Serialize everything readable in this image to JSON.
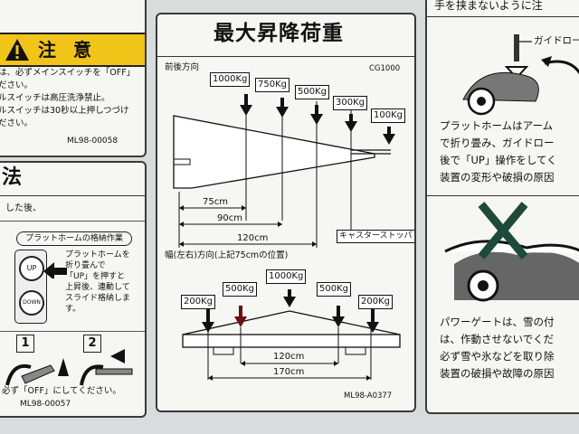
{
  "left_top": {
    "caution_heading": "注 意",
    "lines": [
      "は、必ずメインスイッチを「OFF」",
      "ださい。",
      "ルスイッチは高圧洗浄禁止。",
      "ルスイッチは30秒以上押しつづけ",
      "ださい。"
    ],
    "code": "ML98-00058"
  },
  "left_bottom": {
    "heading": "法",
    "line1": "した後、",
    "step_label": "プラットホームの格納作業",
    "up_label": "UP",
    "down_label": "DOWN",
    "instr": [
      "プラットホームを",
      "折り畳んで",
      "「UP」を押すと",
      "上昇後、連動して",
      "スライド格納しま",
      "す。"
    ],
    "step1": "1",
    "step2": "2",
    "footer": "必ず「OFF」にしてください。",
    "code": "ML98-00057"
  },
  "center": {
    "title": "最大昇降荷重",
    "fore_aft_label": "前後方向",
    "model": "CG1000",
    "top_loads": [
      "1000Kg",
      "750Kg",
      "500Kg",
      "300Kg",
      "100Kg"
    ],
    "dims_top": [
      "75cm",
      "90cm",
      "120cm"
    ],
    "caster_stopper": "キャスターストッパ",
    "lateral_label": "幅(左右)方向(上記75cmの位置)",
    "bottom_loads": [
      "200Kg",
      "500Kg",
      "1000Kg",
      "500Kg",
      "200Kg"
    ],
    "dims_bottom": [
      "120cm",
      "170cm"
    ],
    "code": "ML98-A0377"
  },
  "right": {
    "top_text": "手を挟まないように注",
    "guide_roller": "ガイドロー",
    "text1": [
      "プラットホームはアーム",
      "で折り畳み、ガイドロー",
      "後で「UP」操作をしてく",
      "装置の変形や破損の原因"
    ],
    "text2": [
      "パワーゲートは、雪の付",
      "は、作動させないでくだ",
      "必ず雪や氷などを取り除",
      "装置の破損や故障の原因"
    ]
  }
}
